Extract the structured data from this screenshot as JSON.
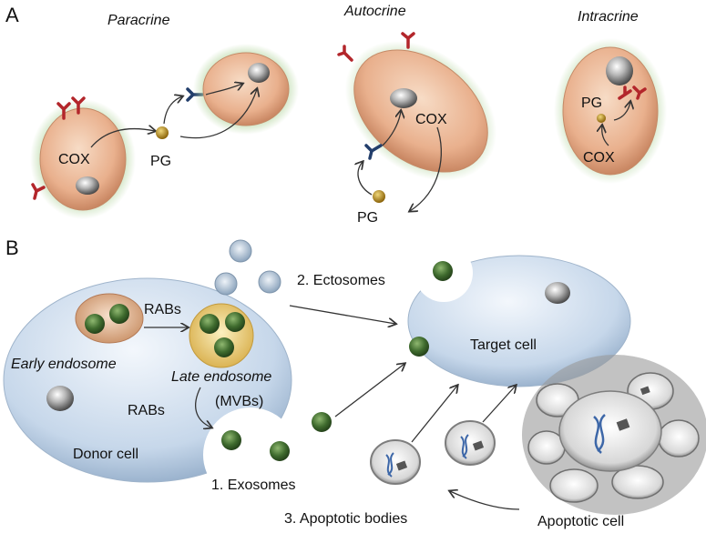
{
  "panel_a": {
    "letter": "A",
    "paracrine": {
      "title": "Paracrine",
      "cox": "COX",
      "pg": "PG"
    },
    "autocrine": {
      "title": "Autocrine",
      "cox": "COX",
      "pg": "PG"
    },
    "intracrine": {
      "title": "Intracrine",
      "pg": "PG",
      "cox": "COX"
    }
  },
  "panel_b": {
    "letter": "B",
    "rabs_1": "RABs",
    "rabs_2": "RABs",
    "early_endosome": "Early endosome",
    "late_endosome": "Late endosome",
    "mvbs": "(MVBs)",
    "donor_cell": "Donor cell",
    "exosomes": "1. Exosomes",
    "ectosomes": "2. Ectosomes",
    "target_cell": "Target cell",
    "apoptotic_bodies": "3. Apoptotic bodies",
    "apoptotic_cell": "Apoptotic cell"
  },
  "colors": {
    "cell_peach": "#eab592",
    "cell_glow": "#b9d8a6",
    "vesicle_green": "#3f6b2e",
    "receptor_red": "#b3262b",
    "receptor_blue": "#223e6b",
    "pg_gold": "#b8860b",
    "donor_blue": "#c9d9ea",
    "apoptotic_gray": "#8c8c8c"
  }
}
